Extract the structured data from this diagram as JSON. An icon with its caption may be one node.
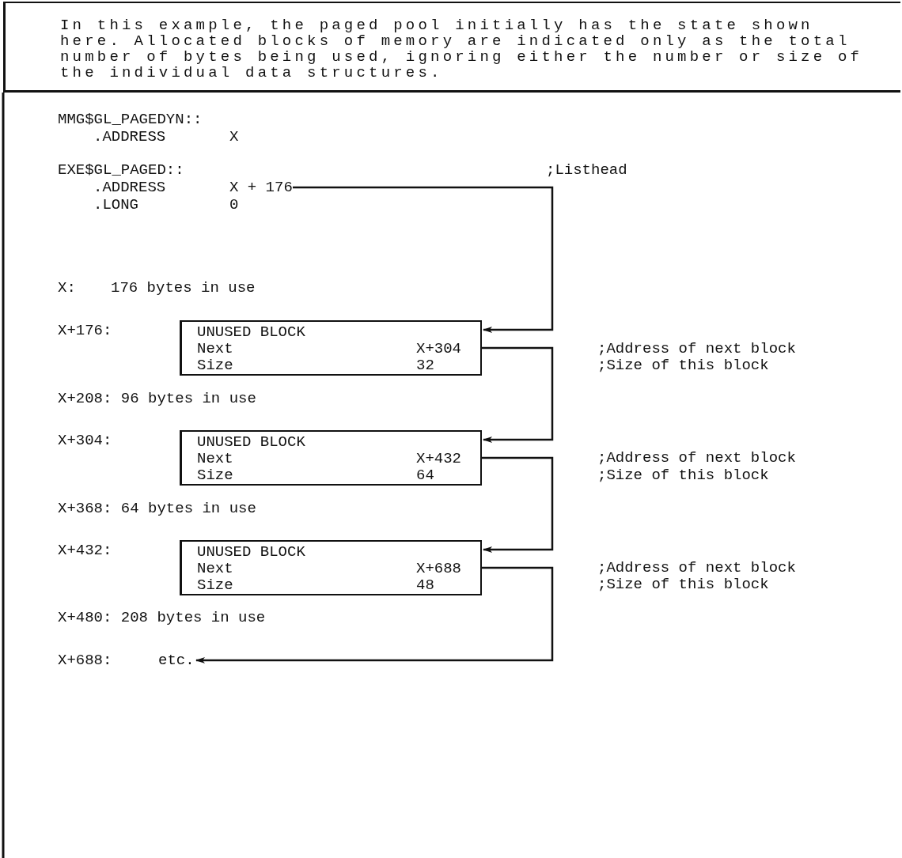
{
  "diagram": {
    "nodes": [
      {
        "text": [
          "In this example, the paged pool initially has the state shown here. Allocated blocks of memory are indicated only as the total number of bytes being used, ignoring either the number or size of the individual data structures."
        ]
      },
      {
        "text": [
          "X + 176"
        ]
      },
      {
        "text": [
          "UNUSED BLOCK",
          "Next",
          "X+304",
          "Size",
          "32"
        ]
      },
      {
        "text": [
          "UNUSED BLOCK",
          "Next",
          "X+432",
          "Size",
          "64"
        ]
      },
      {
        "text": [
          "UNUSED BLOCK",
          "Next",
          "X+688",
          "Size",
          "48"
        ]
      },
      {
        "text": [
          "etc."
        ]
      }
    ],
    "edges": [
      {
        "from": 1,
        "to": 2,
        "arrow": "to"
      },
      {
        "from": 2,
        "to": 3,
        "arrow": "to"
      },
      {
        "from": 3,
        "to": 4,
        "arrow": "to"
      },
      {
        "from": 4,
        "to": 5,
        "arrow": "to"
      }
    ],
    "labels": [
      "MMG$GL_PAGEDYN::",
      ".ADDRESS",
      "X",
      "EXE$GL_PAGED::",
      ";Listhead",
      ".ADDRESS",
      ".LONG",
      "0",
      "X:",
      "176 bytes in use",
      "X+176:",
      ";Address of next block",
      ";Size of this block",
      "X+208: 96 bytes in use",
      "X+304:",
      ";Address of next block",
      ";Size of this block",
      "X+368: 64 bytes in use",
      "X+432:",
      ";Address of next block",
      ";Size of this block",
      "X+480: 208 bytes in use",
      "X+688:"
    ]
  }
}
